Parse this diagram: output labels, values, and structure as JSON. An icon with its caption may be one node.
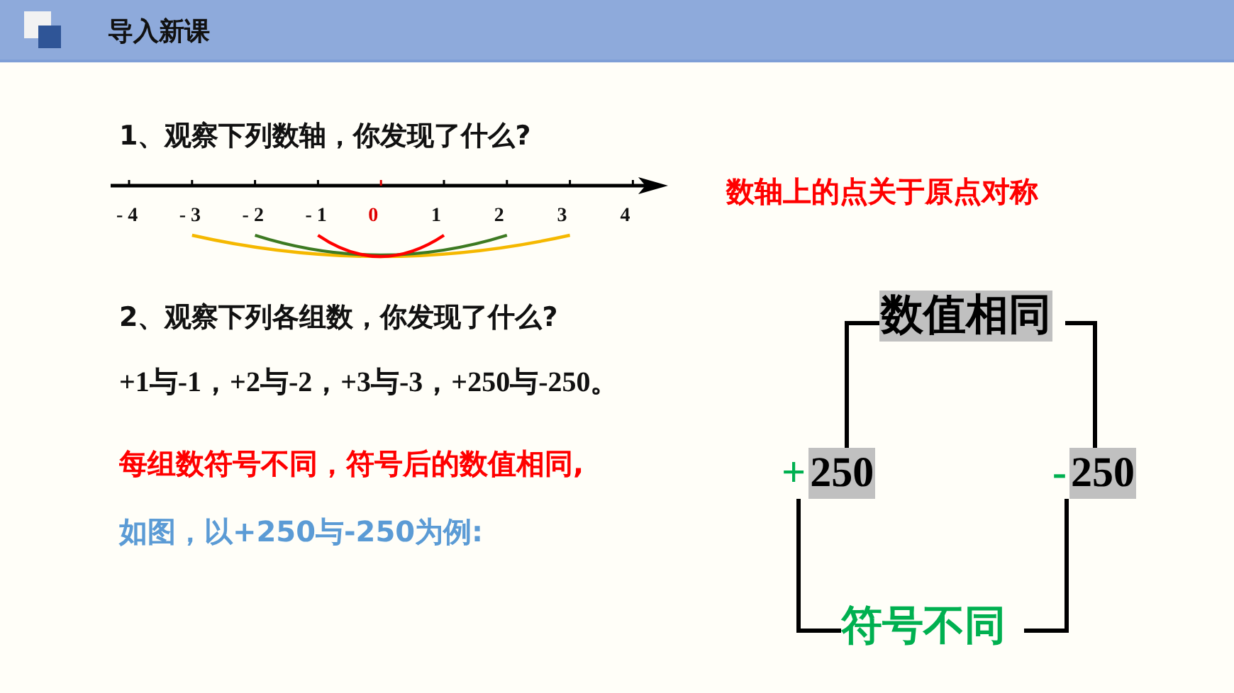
{
  "diagram": {
    "title": "导入新课",
    "nodes": [
      {
        "text": [
          "数值相同"
        ]
      },
      {
        "text": [
          "250"
        ],
        "beside": [
          "+"
        ]
      },
      {
        "text": [
          "250"
        ],
        "beside": [
          "-"
        ]
      },
      {
        "text": [
          "符号不同"
        ]
      }
    ],
    "edges": [
      {
        "from": 0,
        "to": 1,
        "arrow": "none"
      },
      {
        "from": 0,
        "to": 2,
        "arrow": "none"
      },
      {
        "from": 1,
        "to": 3,
        "arrow": "none"
      },
      {
        "from": 2,
        "to": 3,
        "arrow": "none"
      }
    ],
    "labels": [
      "1、观察下列数轴，你发现了什么?",
      "- 4",
      "- 3",
      "- 2",
      "- 1",
      "0",
      "1",
      "2",
      "3",
      "4",
      "数轴上的点关于原点对称",
      "2、观察下列各组数，你发现了什么?",
      "+1与-1，+2与-2，+3与-3，+250与-250。",
      "每组数符号不同，符号后的数值相同,",
      "如图，以+250与-250为例:"
    ]
  }
}
